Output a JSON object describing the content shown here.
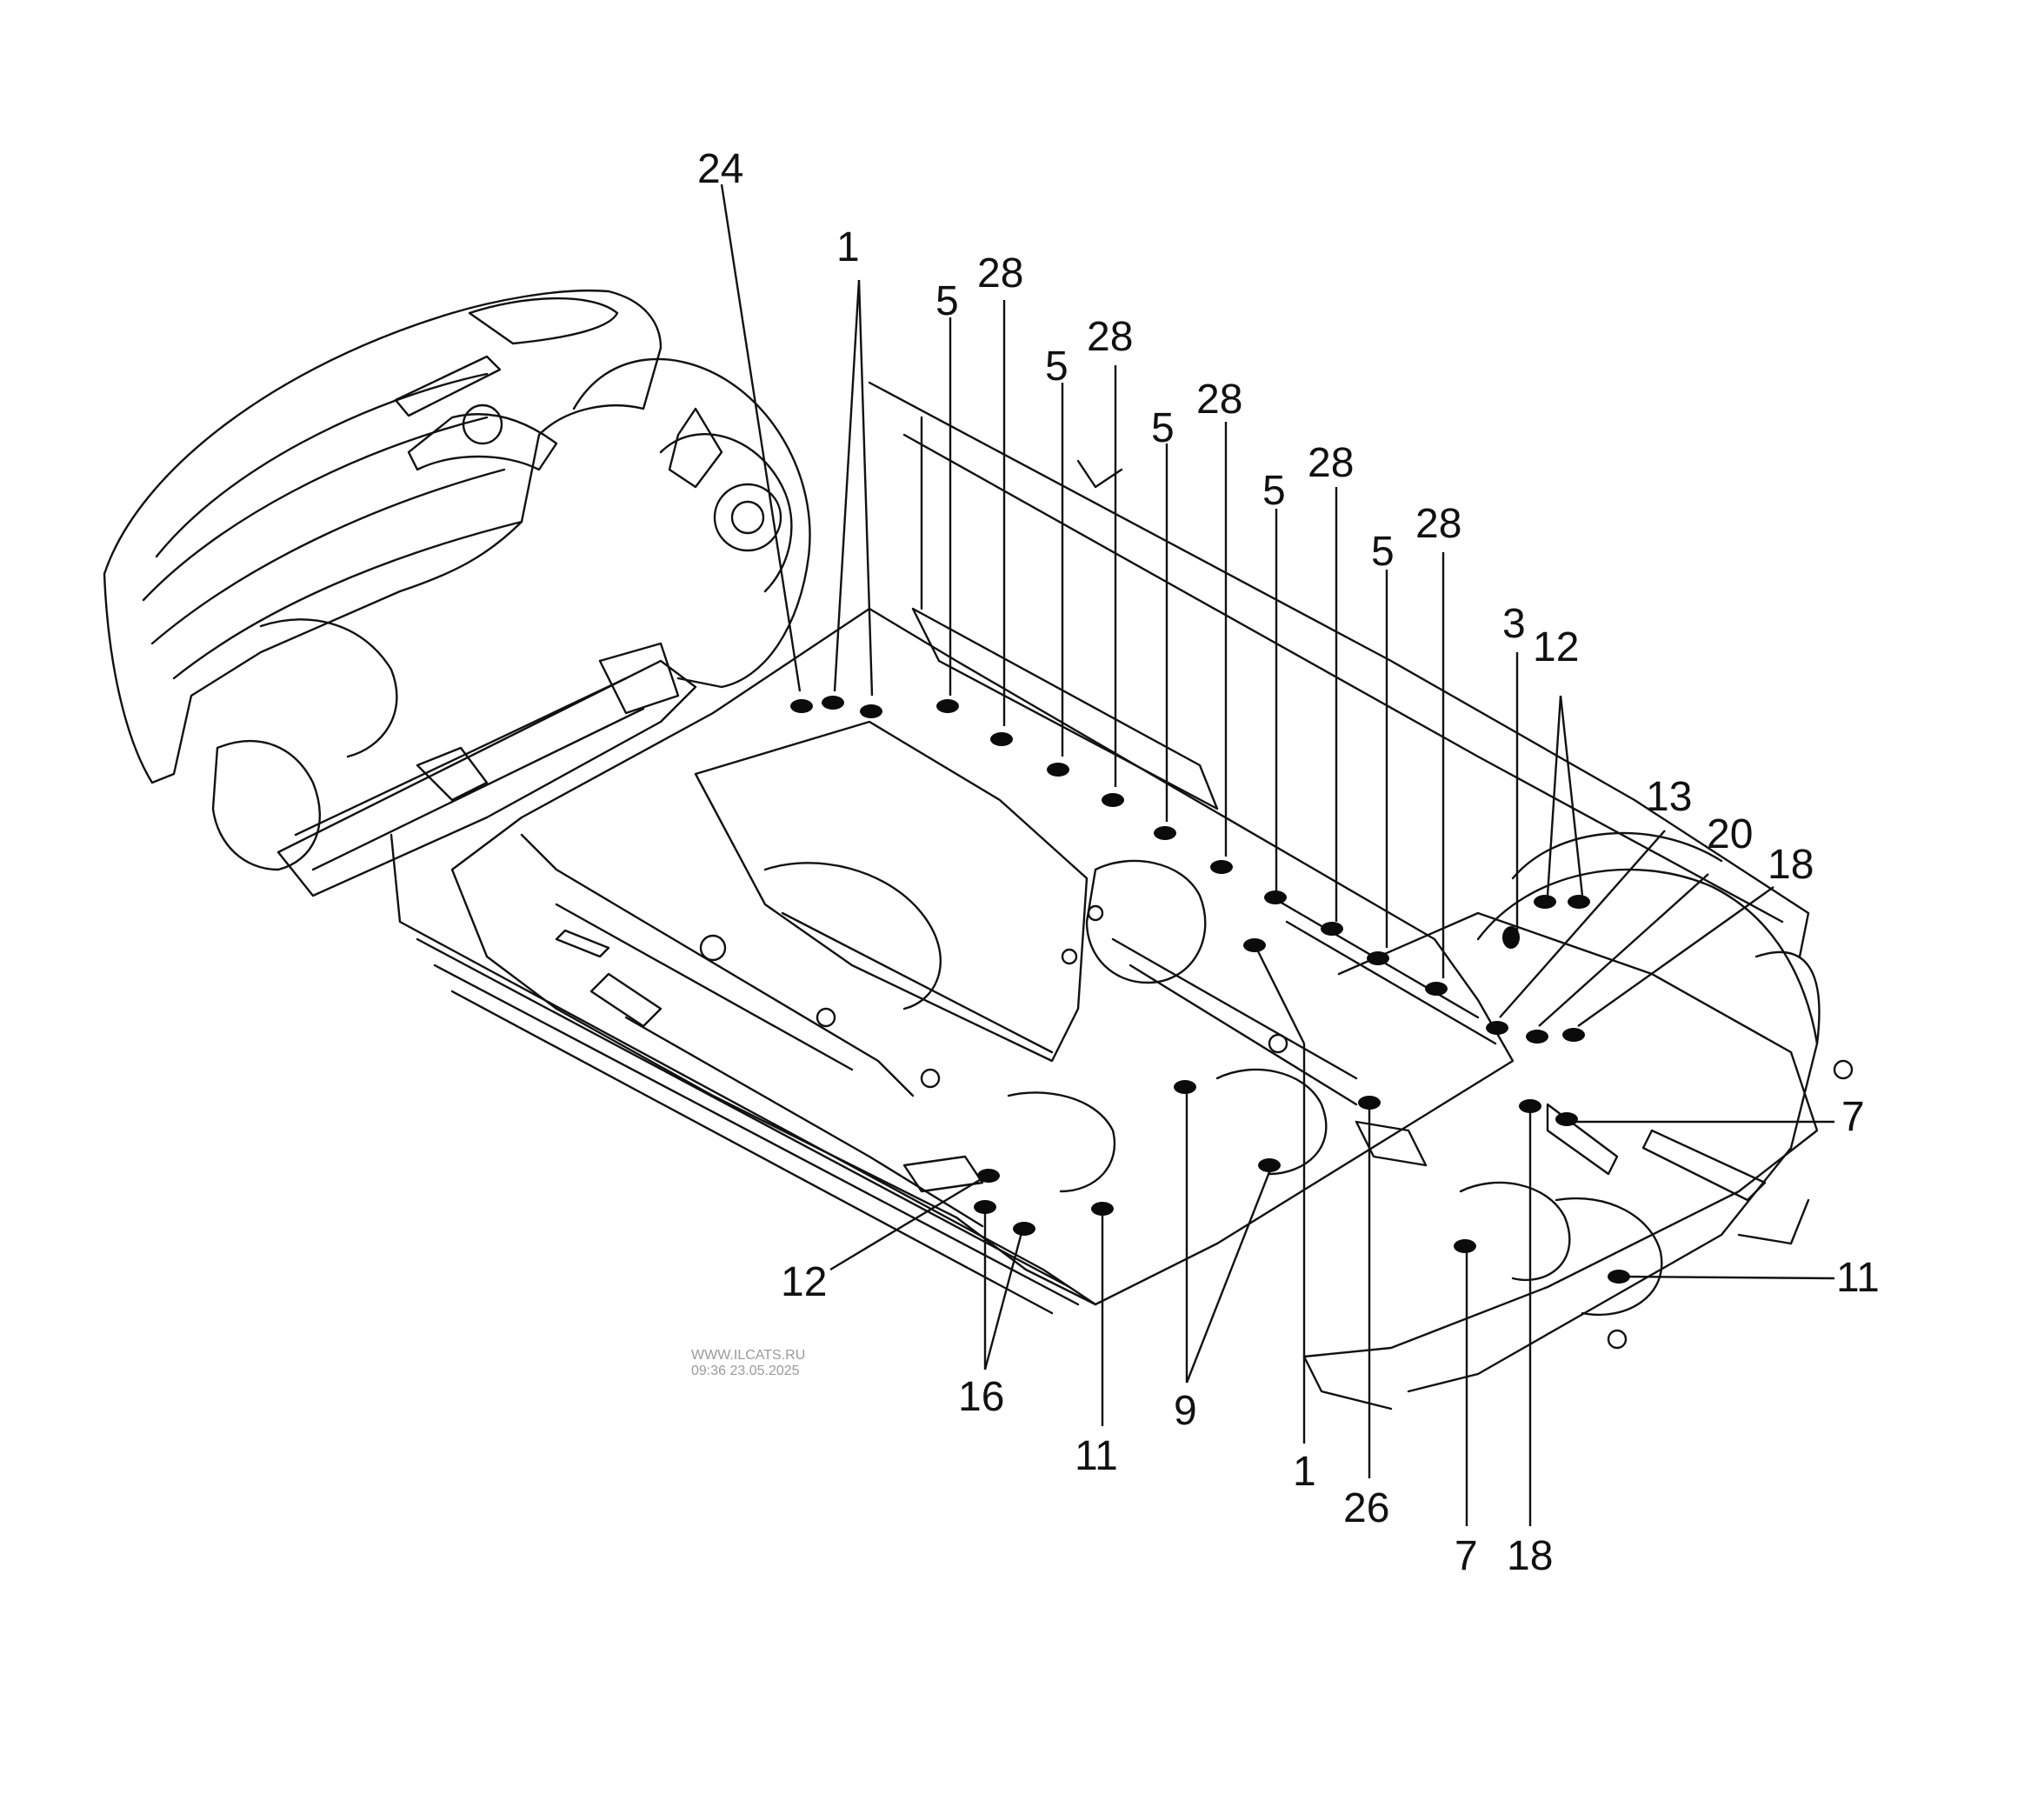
{
  "diagram": {
    "callouts": [
      {
        "id": "c-24",
        "text": "24"
      },
      {
        "id": "c-1-top",
        "text": "1"
      },
      {
        "id": "c-5-a",
        "text": "5"
      },
      {
        "id": "c-28-a",
        "text": "28"
      },
      {
        "id": "c-5-b",
        "text": "5"
      },
      {
        "id": "c-28-b",
        "text": "28"
      },
      {
        "id": "c-5-c",
        "text": "5"
      },
      {
        "id": "c-28-c",
        "text": "28"
      },
      {
        "id": "c-5-d",
        "text": "5"
      },
      {
        "id": "c-28-d",
        "text": "28"
      },
      {
        "id": "c-5-e",
        "text": "5"
      },
      {
        "id": "c-28-e",
        "text": "28"
      },
      {
        "id": "c-3",
        "text": "3"
      },
      {
        "id": "c-12-top",
        "text": "12"
      },
      {
        "id": "c-13",
        "text": "13"
      },
      {
        "id": "c-20",
        "text": "20"
      },
      {
        "id": "c-18-right",
        "text": "18"
      },
      {
        "id": "c-7-right",
        "text": "7"
      },
      {
        "id": "c-11-right",
        "text": "11"
      },
      {
        "id": "c-12-left",
        "text": "12"
      },
      {
        "id": "c-16",
        "text": "16"
      },
      {
        "id": "c-11-bottom",
        "text": "11"
      },
      {
        "id": "c-9",
        "text": "9"
      },
      {
        "id": "c-1-bottom",
        "text": "1"
      },
      {
        "id": "c-26",
        "text": "26"
      },
      {
        "id": "c-7-bottom",
        "text": "7"
      },
      {
        "id": "c-18-bottom",
        "text": "18"
      }
    ],
    "watermark": {
      "line1": "WWW.ILCATS.RU",
      "line2": "09:36 23.05.2025"
    },
    "colors": {
      "ink": "#111111",
      "plug": "#0b0b0b",
      "watermark": "#9a9a9a",
      "background": "#ffffff"
    }
  }
}
